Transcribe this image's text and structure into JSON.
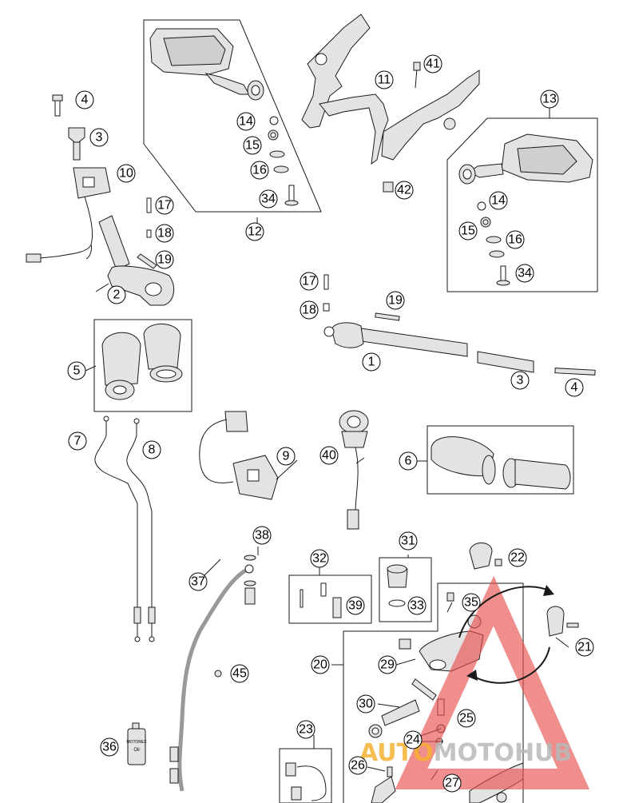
{
  "labels": [
    "1",
    "2",
    "3",
    "3",
    "4",
    "4",
    "5",
    "6",
    "7",
    "8",
    "9",
    "10",
    "11",
    "12",
    "13",
    "14",
    "14",
    "15",
    "15",
    "16",
    "16",
    "17",
    "17",
    "18",
    "18",
    "19",
    "19",
    "20",
    "21",
    "22",
    "23",
    "24",
    "25",
    "26",
    "27",
    "29",
    "30",
    "31",
    "32",
    "33",
    "34",
    "34",
    "35",
    "36",
    "37",
    "38",
    "39",
    "40",
    "41",
    "42",
    "45"
  ],
  "watermark": {
    "part1": "AUTO",
    "part2": "MOTO",
    "part3": "HUB",
    "accent": "#f4b232",
    "main": "#b8b8b8"
  },
  "fluid_bottle": {
    "line1": "MOTOREX",
    "line2": "Oil"
  },
  "colors": {
    "line": "#1a1a1a",
    "part_fill": "#e3e3e3",
    "logo_red": "#e85050"
  }
}
